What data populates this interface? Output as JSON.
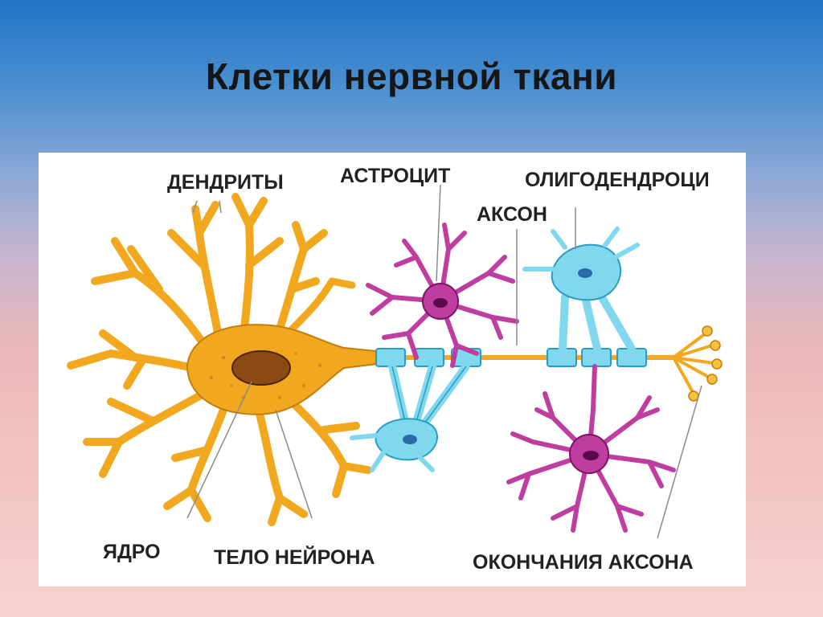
{
  "slide": {
    "title": "Клетки нервной ткани"
  },
  "diagram": {
    "labels": {
      "dendrites": "ДЕНДРИТЫ",
      "astrocyte": "АСТРОЦИТ",
      "oligodendrocyte": "ОЛИГОДЕНДРОЦИ",
      "axon": "АКСОН",
      "nucleus": "ЯДРО",
      "neuron_body": "ТЕЛО НЕЙРОНА",
      "axon_endings": "ОКОНЧАНИЯ АКСОНА"
    },
    "colors": {
      "neuron": "#f2a81e",
      "neuron_outline": "#c27d0a",
      "glia_blue": "#7fd8ee",
      "glia_blue_outline": "#2a9cc4",
      "astrocyte": "#c03da0",
      "astrocyte_outline": "#7a1466"
    }
  }
}
